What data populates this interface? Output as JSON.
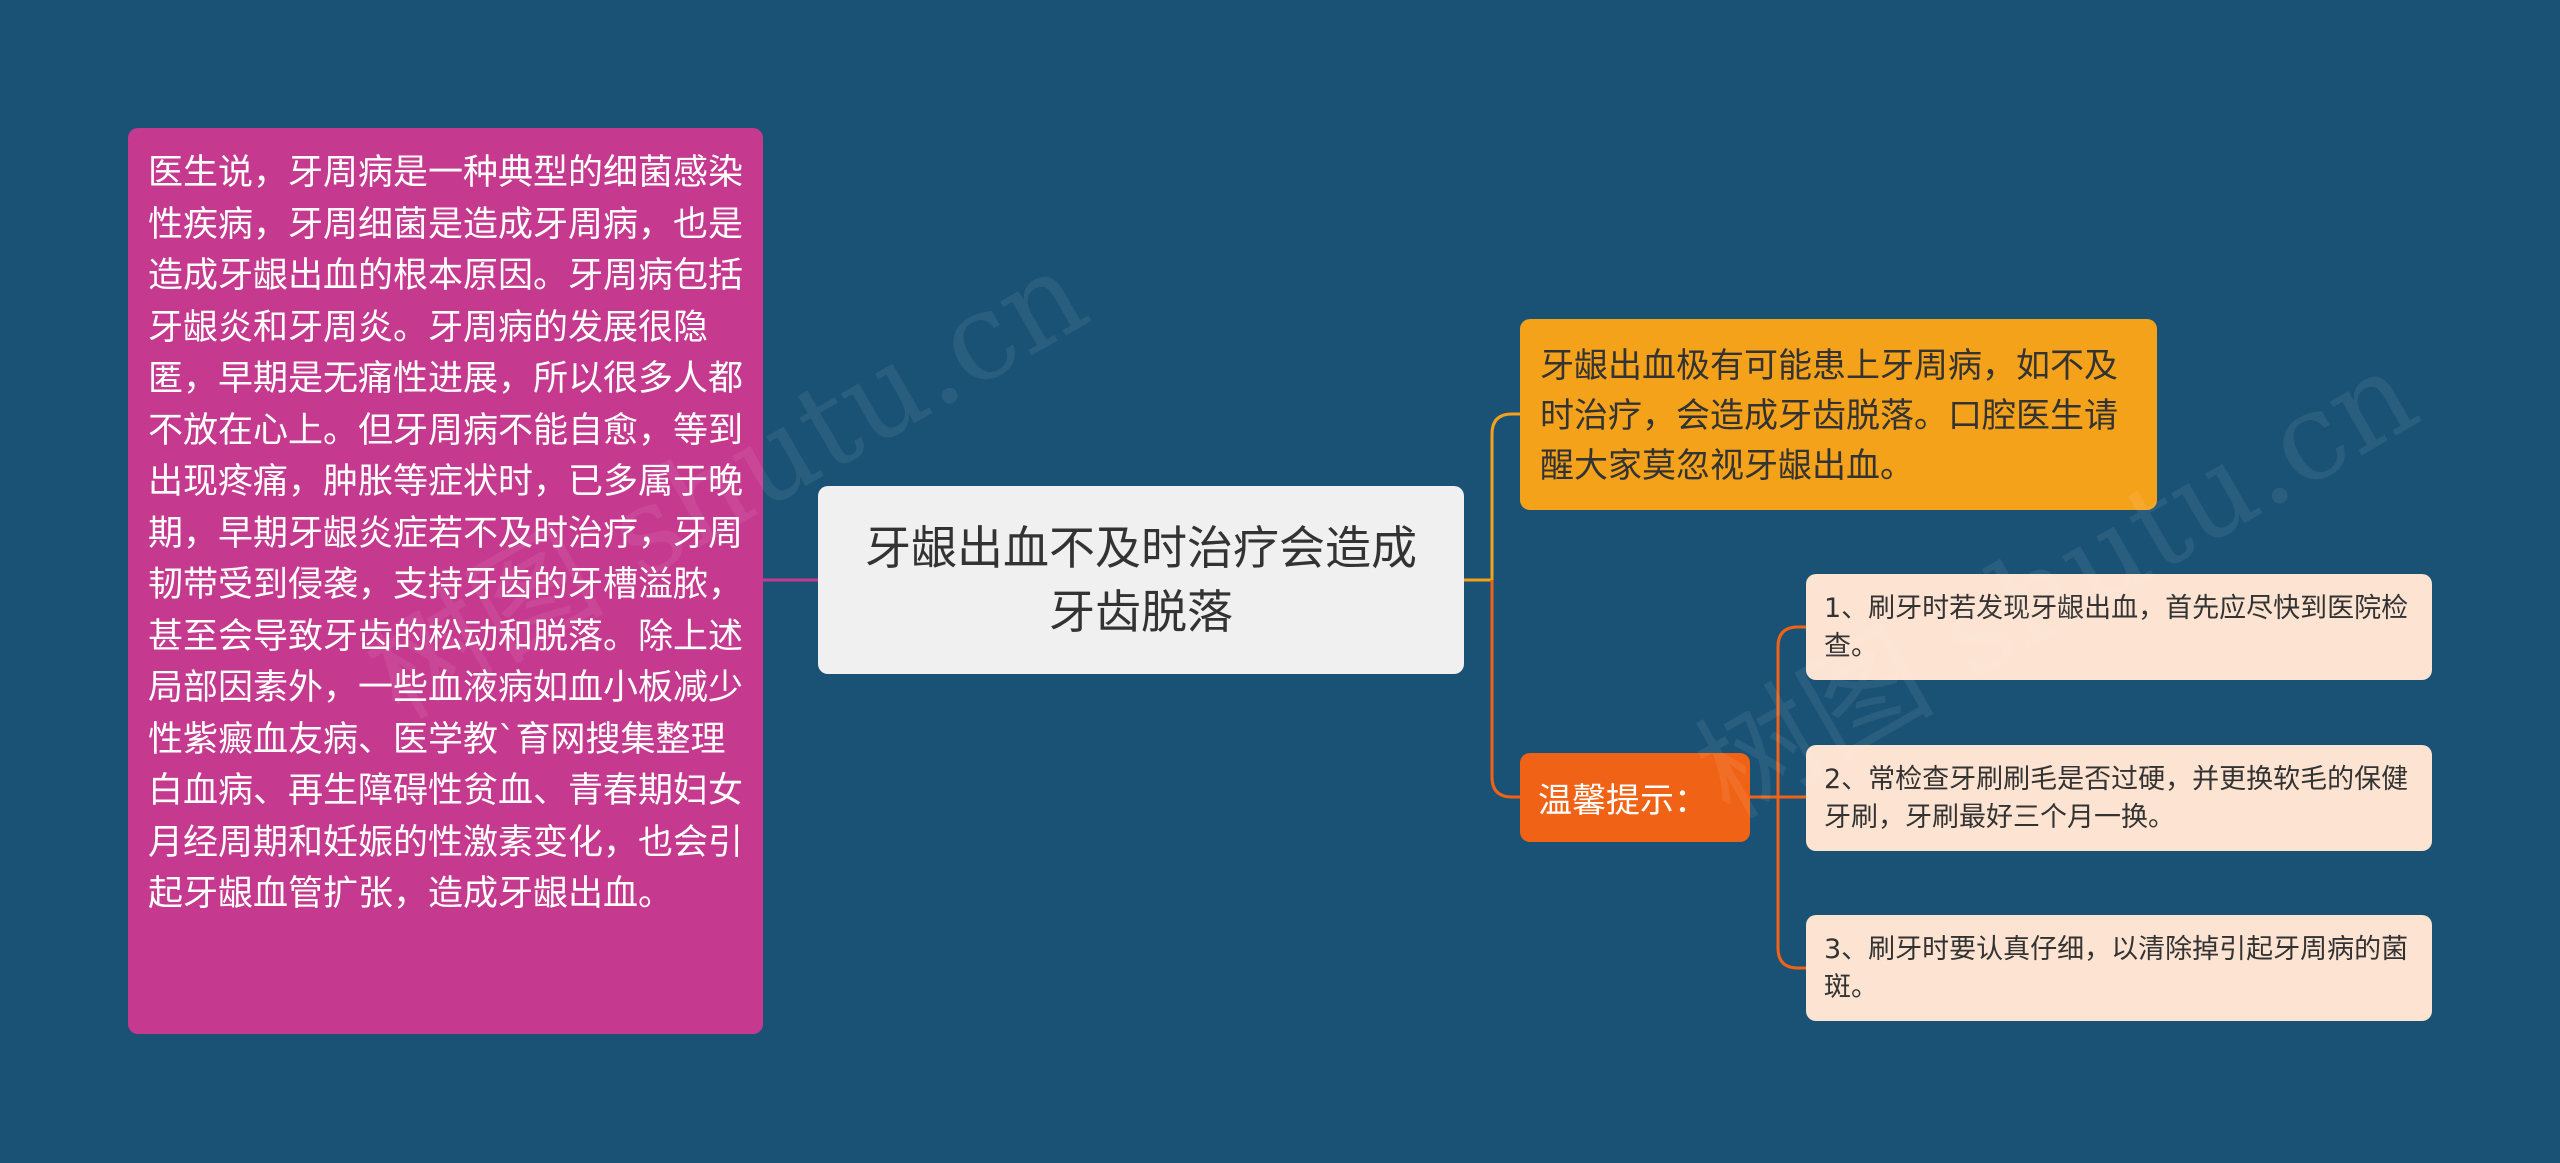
{
  "colors": {
    "background": "#1a5276",
    "left_node": "#c53a8e",
    "center_node": "#f0f0f0",
    "orange_node": "#f5a21b",
    "tips_node": "#f06316",
    "tip_item": "#fde3d2",
    "line_magenta": "#c53a8e",
    "line_orange": "#f5a21b",
    "line_tips": "#f06316"
  },
  "center": {
    "title": "牙龈出血不及时治疗会造成牙齿脱落"
  },
  "left": {
    "text": "医生说，牙周病是一种典型的细菌感染性疾病，牙周细菌是造成牙周病，也是造成牙龈出血的根本原因。牙周病包括牙龈炎和牙周炎。牙周病的发展很隐匿，早期是无痛性进展，所以很多人都不放在心上。但牙周病不能自愈，等到出现疼痛，肿胀等症状时，已多属于晚期，早期牙龈炎症若不及时治疗，牙周韧带受到侵袭，支持牙齿的牙槽溢脓，甚至会导致牙齿的松动和脱落。除上述局部因素外，一些血液病如血小板减少性紫癜血友病、医学教`育网搜集整理白血病、再生障碍性贫血、青春期妇女月经周期和妊娠的性激素变化，也会引起牙龈血管扩张，造成牙龈出血。"
  },
  "right": {
    "note": "牙龈出血极有可能患上牙周病，如不及时治疗，会造成牙齿脱落。口腔医生请醒大家莫忽视牙龈出血。",
    "tips_label": "温馨提示：",
    "tips": [
      "1、刷牙时若发现牙龈出血，首先应尽快到医院检查。",
      "2、常检查牙刷刷毛是否过硬，并更换软毛的保健牙刷，牙刷最好三个月一换。",
      "3、刷牙时要认真仔细，以清除掉引起牙周病的菌斑。"
    ]
  },
  "watermarks": [
    "树图 shutu.cn",
    "树图 shutu.cn"
  ]
}
